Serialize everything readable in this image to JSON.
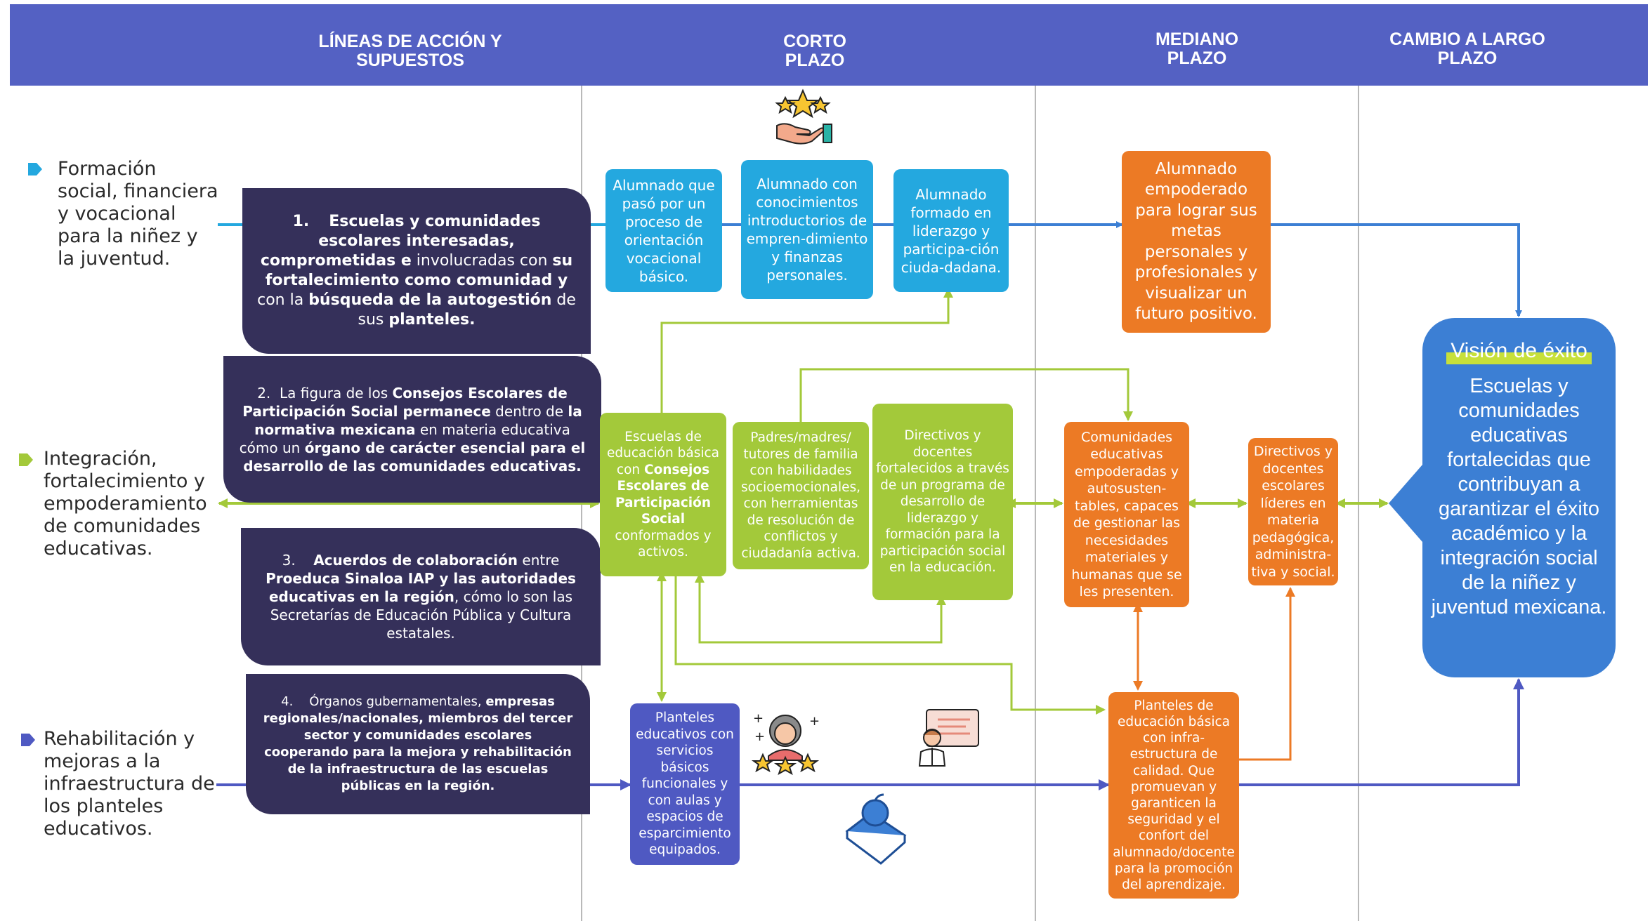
{
  "header": {
    "col1": "LÍNEAS DE ACCIÓN Y SUPUESTOS",
    "col2": "CORTO PLAZO",
    "col3": "MEDIANO PLAZO",
    "col4": "CAMBIO A LARGO PLAZO"
  },
  "colors": {
    "header": "#5461c3",
    "dark_box": "#35305a",
    "cyan": "#24a8df",
    "green": "#a3c93a",
    "orange": "#ec7a25",
    "purple": "#4f59c2",
    "blue_outcome": "#3c7fd4"
  },
  "lanes": [
    {
      "label": "Formación social, financiera y vocacional para la niñez y la juventud.",
      "marker_color": "#24a8df"
    },
    {
      "label": "Integración, fortalecimiento y empoderamiento de comunidades educativas.",
      "marker_color": "#a3c93a"
    },
    {
      "label": "Rehabilitación y mejoras a la infraestructura de los planteles educativos.",
      "marker_color": "#4f59c2"
    }
  ],
  "actions": {
    "a1": {
      "num": "1.",
      "p1": "Escuelas y comunidades escolares interesadas, comprometidas e",
      "p2": " involucradas con ",
      "p3": "su fortalecimiento como comunidad y",
      "p4": " con la ",
      "p5": "búsqueda de la autogestión",
      "p6": " de sus ",
      "p7": "planteles."
    },
    "a2": {
      "num": "2.",
      "p1": "La figura de los ",
      "p2": "Consejos Escolares de Participación Social permanece",
      "p3": " dentro de ",
      "p4": "la normativa mexicana",
      "p5": " en materia educativa cómo un ",
      "p6": "órgano de carácter esencial para el desarrollo de las comunidades educativas."
    },
    "a3": {
      "num": "3.",
      "p1": "Acuerdos de colaboración",
      "p2": " entre ",
      "p3": "Proeduca Sinaloa IAP y las autoridades educativas en la región",
      "p4": ", cómo lo son las Secretarías de Educación Pública y Cultura estatales."
    },
    "a4": {
      "num": "4.",
      "p1": "Órganos gubernamentales, ",
      "p2": "empresas regionales/nacionales,  miembros del tercer sector y comunidades escolares cooperando para la mejora y rehabilitación de la infraestructura de las escuelas públicas en la región."
    }
  },
  "short_term": {
    "c1": "Alumnado que pasó por un proceso de orientación vocacional básico.",
    "c2": "Alumnado con conocimientos introductorios de empren-dimiento y finanzas personales.",
    "c3": "Alumnado formado en liderazgo y participa-ción ciuda-dadana.",
    "g1a": "Escuelas de educación básica con ",
    "g1b": "Consejos Escolares de Participación Social",
    "g1c": " conformados y activos.",
    "g2": "Padres/madres/ tutores de familia con habilidades socioemocionales, con herramientas de resolución de conflictos y ciudadanía activa.",
    "g3": "Directivos y docentes fortalecidos a través de un programa de desarrollo de liderazgo y formación para la participación social en la educación.",
    "p1": "Planteles educativos con servicios básicos funcionales y con aulas y espacios de esparcimiento equipados."
  },
  "medium_term": {
    "o1": "Alumnado empoderado para lograr sus metas personales y profesionales y visualizar un futuro positivo.",
    "o2": "Comunidades educativas empoderadas y autosusten-tables, capaces de gestionar las necesidades materiales y humanas que se les presenten.",
    "o3": "Directivos y docentes escolares líderes en materia pedagógica, administra-tiva y social.",
    "o4": "Planteles de educación básica con infra-estructura de calidad. Que promuevan y garanticen la seguridad y el confort del alumnado/docente para la promoción del aprendizaje."
  },
  "long_term": {
    "title": "Visión de éxito",
    "body": "Escuelas y comunidades educativas fortalecidas que contribuyan a garantizar el éxito académico y la integración social de la niñez y juventud mexicana."
  },
  "icons": [
    "stars-hand-icon",
    "teacher-stars-icon",
    "teacher-board-icon",
    "book-apple-icon"
  ]
}
